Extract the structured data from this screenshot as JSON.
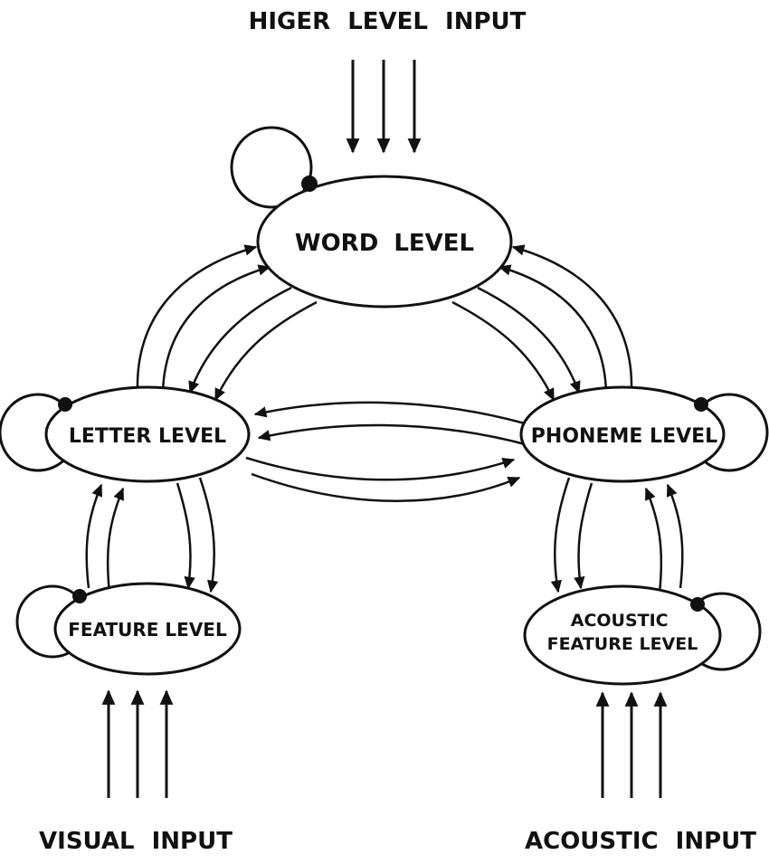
{
  "inputs": {
    "higher": {
      "label": "HIGER LEVEL INPUT",
      "target": "word",
      "direction": "down",
      "arrows": 3
    },
    "visual": {
      "label": "VISUAL INPUT",
      "target": "feature",
      "direction": "up",
      "arrows": 3
    },
    "acoustic": {
      "label": "ACOUSTIC INPUT",
      "target": "acoustic_feature",
      "direction": "up",
      "arrows": 3
    }
  },
  "nodes": {
    "word": {
      "label": "WORD LEVEL"
    },
    "letter": {
      "label": "LETTER LEVEL"
    },
    "phoneme": {
      "label": "PHONEME LEVEL"
    },
    "feature": {
      "label": "FEATURE LEVEL"
    },
    "acoustic_feature": {
      "line1": "ACOUSTIC",
      "line2": "FEATURE LEVEL"
    }
  },
  "connections": [
    {
      "from": "word",
      "to": "letter",
      "bidirectional": true,
      "lines_each_way": 2
    },
    {
      "from": "word",
      "to": "phoneme",
      "bidirectional": true,
      "lines_each_way": 2
    },
    {
      "from": "letter",
      "to": "phoneme",
      "bidirectional": true,
      "lines_each_way": 2
    },
    {
      "from": "letter",
      "to": "feature",
      "bidirectional": true,
      "lines_each_way": 2
    },
    {
      "from": "phoneme",
      "to": "acoustic_feature",
      "bidirectional": true,
      "lines_each_way": 2
    }
  ],
  "self_loops": [
    "word",
    "letter",
    "phoneme",
    "feature",
    "acoustic_feature"
  ],
  "colors": {
    "ink": "#111111",
    "background": "#ffffff"
  }
}
